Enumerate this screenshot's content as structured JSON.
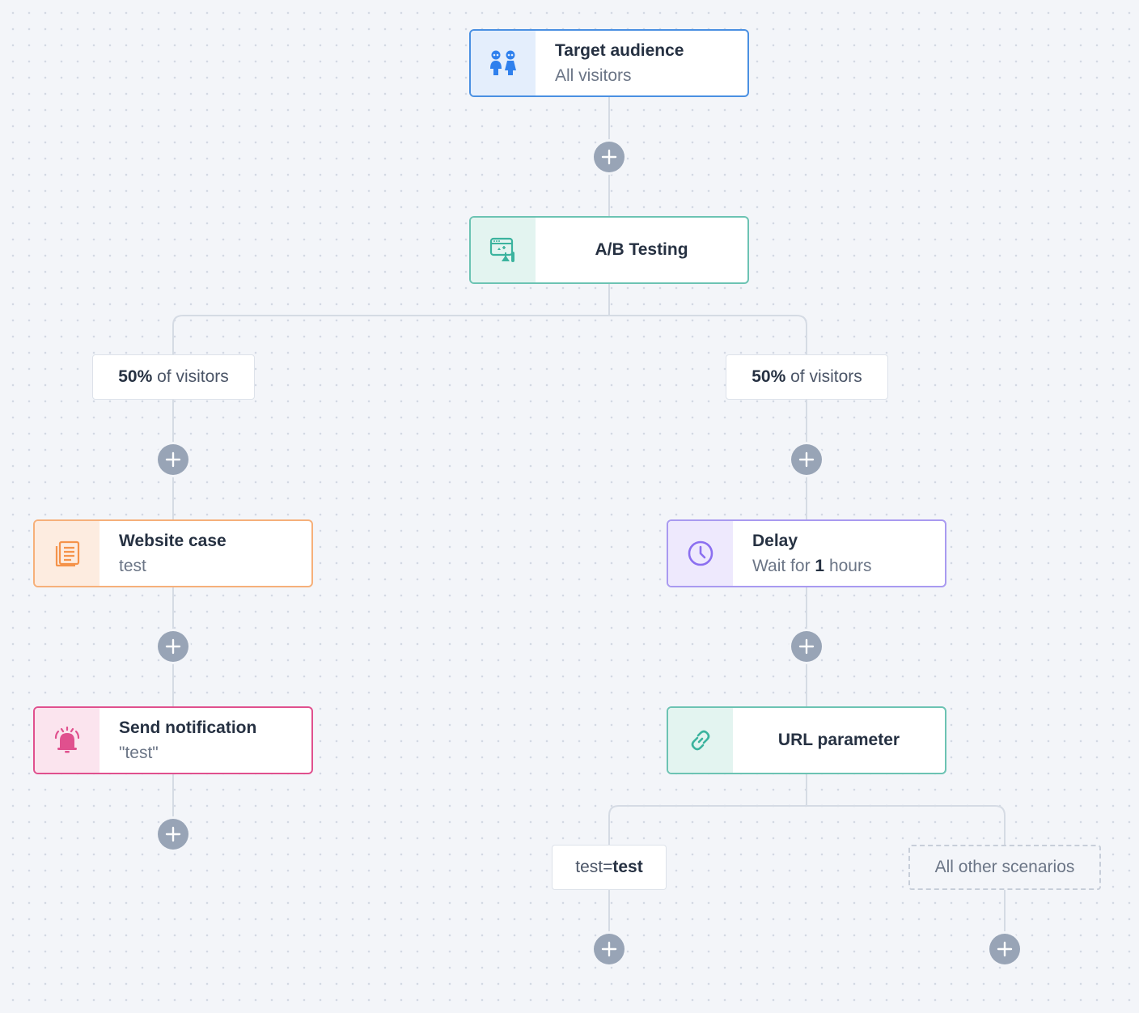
{
  "nodes": {
    "target_audience": {
      "title": "Target audience",
      "subtitle": "All visitors",
      "icon": "people-icon",
      "accent": "#4a90e2"
    },
    "ab_testing": {
      "title": "A/B Testing",
      "icon": "ab-testing-icon",
      "accent": "#6cc3b3"
    },
    "website_case": {
      "title": "Website case",
      "subtitle": "test",
      "icon": "document-icon",
      "accent": "#f6b07a"
    },
    "send_notification": {
      "title": "Send notification",
      "subtitle": "\"test\"",
      "icon": "bell-icon",
      "accent": "#e0508e"
    },
    "delay": {
      "title": "Delay",
      "subtitle_prefix": "Wait for",
      "subtitle_value": "1",
      "subtitle_suffix": "hours",
      "icon": "clock-icon",
      "accent": "#a99af0"
    },
    "url_parameter": {
      "title": "URL parameter",
      "icon": "link-icon",
      "accent": "#6cc3b3"
    }
  },
  "branches": {
    "ab_left": {
      "value": "50%",
      "suffix": "of visitors"
    },
    "ab_right": {
      "value": "50%",
      "suffix": "of visitors"
    },
    "url_match": {
      "key": "test=",
      "value": "test"
    },
    "url_other": {
      "text": "All other scenarios"
    }
  },
  "colors": {
    "plus_button": "#98a4b6",
    "connector": "#d5dbe4",
    "canvas": "#f3f5f9"
  }
}
